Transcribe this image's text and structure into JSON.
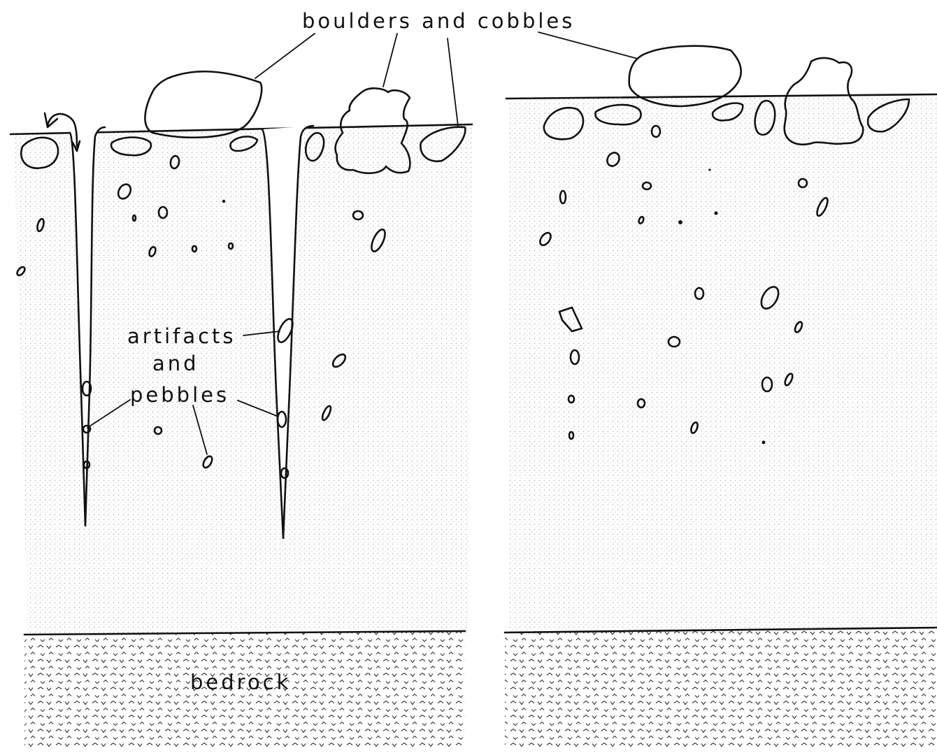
{
  "labels": {
    "top": "boulders and cobbles",
    "artifacts_line1": "artifacts",
    "artifacts_line2": "and",
    "artifacts_line3": "pebbles",
    "bedrock": "bedrock"
  },
  "colors": {
    "ink": "#111111",
    "sediment_stipple": "#bdbdbd",
    "background": "#ffffff"
  }
}
